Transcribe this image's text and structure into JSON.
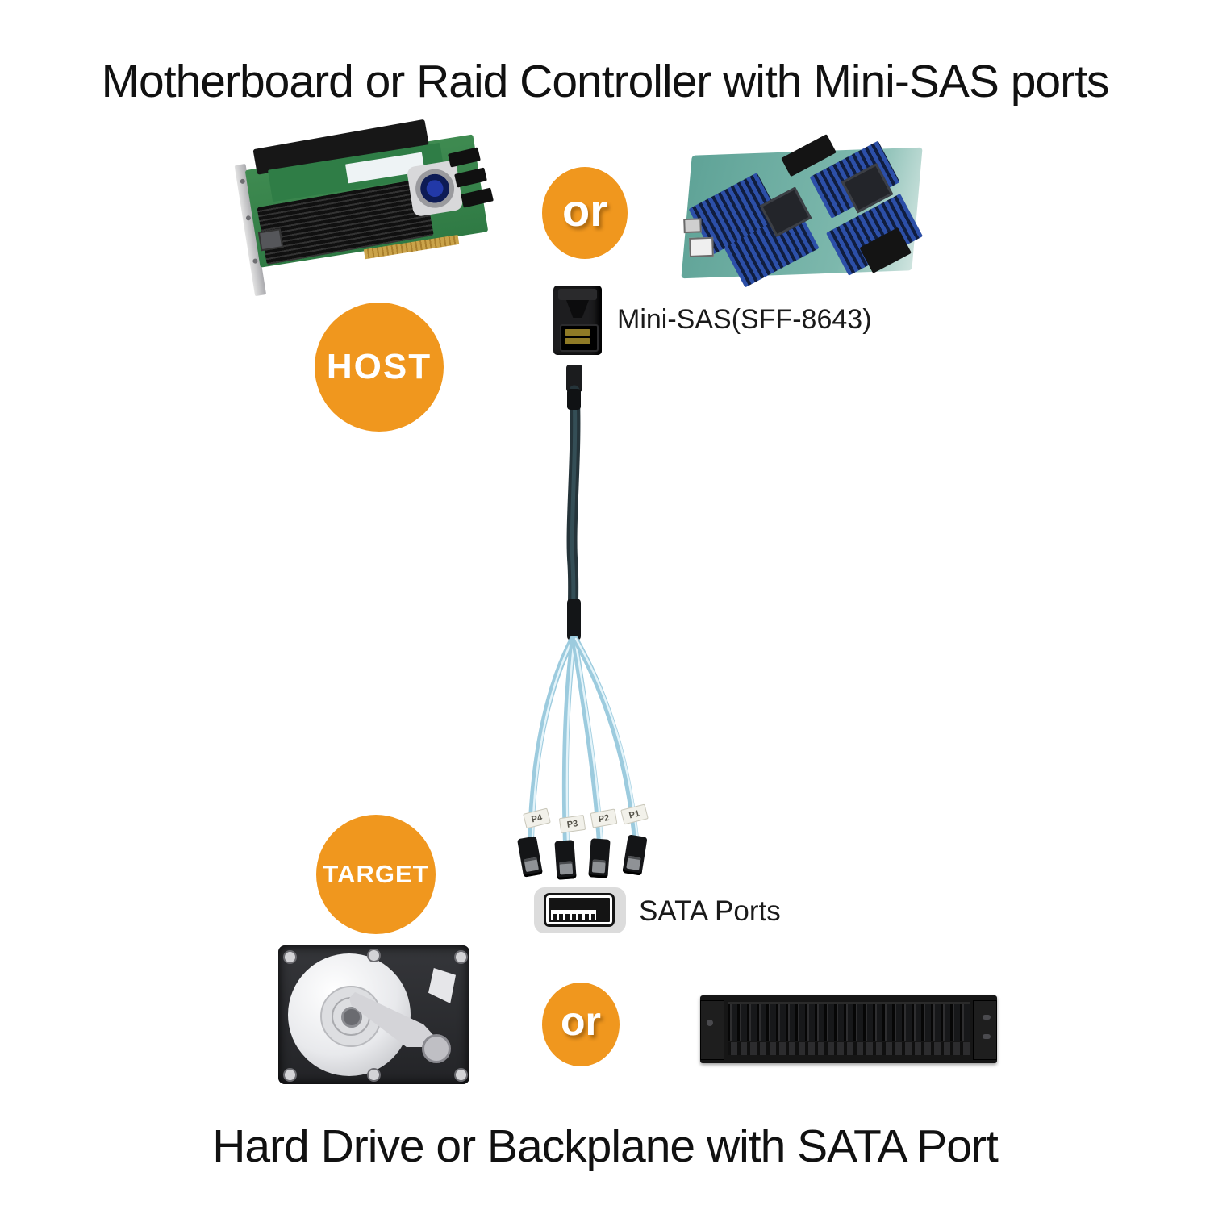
{
  "titles": {
    "top": "Motherboard or Raid Controller with Mini-SAS ports",
    "bottom": "Hard Drive or Backplane with SATA Port"
  },
  "labels": {
    "or_top": "or",
    "or_bottom": "or",
    "host": "HOST",
    "target": "TARGET",
    "mini_sas_connector": "Mini-SAS(SFF-8643)",
    "sata_ports": "SATA Ports"
  },
  "cable_tags": [
    "P4",
    "P3",
    "P2",
    "P1"
  ],
  "illustrations": {
    "raid_controller": "raid-controller-card",
    "motherboard": "server-motherboard",
    "hard_drive": "hard-drive-open",
    "backplane": "rackmount-drive-backplane"
  },
  "colors": {
    "accent_orange": "#F0971E",
    "cable_blue": "#9CCBDE",
    "cable_sleeve_dark": "#25343A",
    "connector_black": "#141517",
    "pcb_green": "#2F7A44",
    "board_teal": "#5FA397",
    "icon_gray": "#DCDCDC"
  }
}
